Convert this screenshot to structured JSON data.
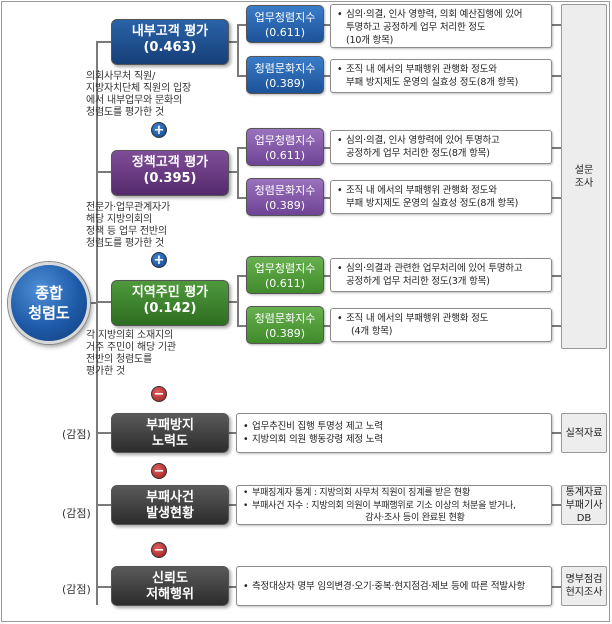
{
  "root": {
    "line1": "종합",
    "line2": "청렴도"
  },
  "categories": [
    {
      "title": "내부고객 평가",
      "weight": "(0.463)",
      "desc": [
        "의회사무처 직원/",
        "지방자치단체 직원의 입장",
        "에서 내부업무와 문화의",
        "청렴도를 평가한 것"
      ]
    },
    {
      "title": "정책고객 평가",
      "weight": "(0.395)",
      "desc": [
        "전문가·업무관계자가",
        "해당 지방의회의",
        "정책 등 업무 전반의",
        "청렴도를 평가한 것"
      ]
    },
    {
      "title": "지역주민 평가",
      "weight": "(0.142)",
      "desc": [
        "각 지방의회 소재지의",
        "거주 주민이 해당 기관",
        "전반의 청렴도를",
        "평가한 것"
      ]
    },
    {
      "title": "부패방지",
      "weight": "노력도",
      "desc": []
    },
    {
      "title": "부패사건",
      "weight": "발생현황",
      "desc": []
    },
    {
      "title": "신뢰도",
      "weight": "저해행위",
      "desc": []
    }
  ],
  "indices": [
    {
      "name": "업무청렴지수",
      "value": "(0.611)"
    },
    {
      "name": "청렴문화지수",
      "value": "(0.389)"
    },
    {
      "name": "업무청렴지수",
      "value": "(0.611)"
    },
    {
      "name": "청렴문화지수",
      "value": "(0.389)"
    },
    {
      "name": "업무청렴지수",
      "value": "(0.611)"
    },
    {
      "name": "청렴문화지수",
      "value": "(0.389)"
    }
  ],
  "details": [
    {
      "lines": [
        "심의·의결, 인사 영향력, 의회 예산집행에 있어",
        "투명하고 공정하게 업무 처리한 정도",
        "(10개 항목)"
      ]
    },
    {
      "lines": [
        "조직 내 에서의 부패행위 관행화 정도와",
        "부패 방지제도 운영의 실효성 정도(8개 항목)"
      ]
    },
    {
      "lines": [
        "심의·의결, 인사 영향력에 있어 투명하고",
        "공정하게 업무 처리한 정도(8개 항목)"
      ]
    },
    {
      "lines": [
        "조직 내 에서의 부패행위 관행화 정도와",
        "부패 방지제도 운영의 실효성 정도(8개 항목)"
      ]
    },
    {
      "lines": [
        "심의·의결과 관련한 업무처리에 있어 투명하고",
        "공정하게 업무 처리한 정도(3개 항목)"
      ]
    },
    {
      "lines": [
        "조직 내 에서의 부패행위 관행화 정도",
        "(4개 항목)"
      ]
    },
    {
      "items": [
        "업무추진비 집행 투명성 제고 노력",
        "지방의회 의원 행동강령 제정 노력"
      ]
    },
    {
      "items": [
        "부패징계자 통계 : 지방의회 사무처 직원이 징계를 받은 현황",
        "부패사건 자수 : 지방의회 의원이 부패행위로 기소 이상의 처분을 받거나,",
        "감사·조사 등이 완료된 현황"
      ]
    },
    {
      "items": [
        "측정대상자 명부 임의변경·오기·중복·현지점검·제보 등에 따른 적발사항"
      ]
    }
  ],
  "sources": [
    {
      "line1": "설문",
      "line2": "조사"
    },
    {
      "line1": "실적자료",
      "line2": ""
    },
    {
      "line1": "통계자료",
      "line2": "부패기사",
      "line3": "DB"
    },
    {
      "line1": "명부점검",
      "line2": "현지조사"
    }
  ],
  "operators": {
    "plus": "+",
    "minus": "−"
  },
  "deduction_label": "(감점)",
  "colors": {
    "blue": "#1e5aa8",
    "purple": "#6e4395",
    "green": "#3f8a2a",
    "gray": "#3a3a3a",
    "minus": "#c0392b"
  }
}
